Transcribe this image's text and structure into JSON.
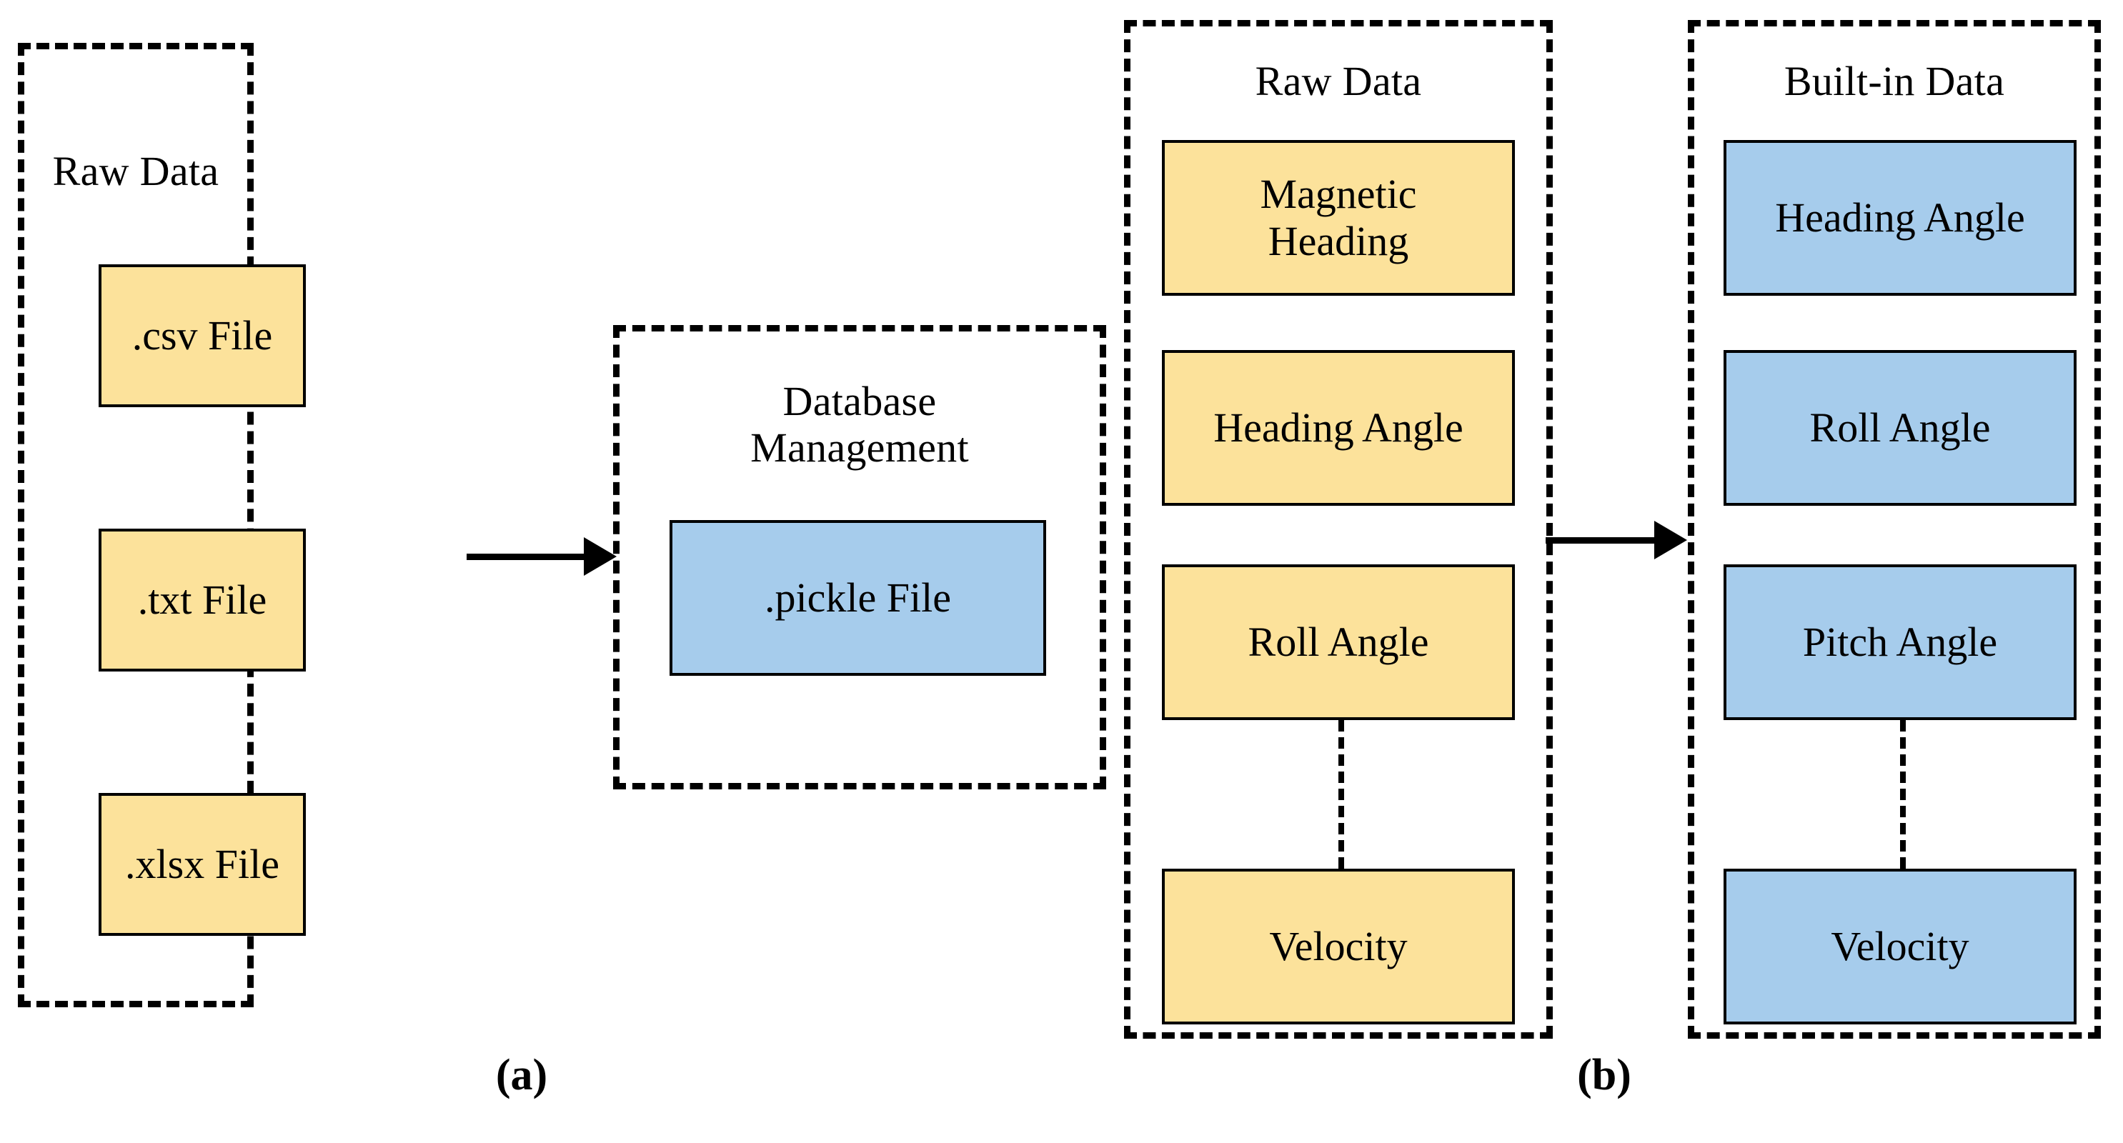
{
  "figure": {
    "panels": [
      {
        "id": "panel-a",
        "subfigure_label": "(a)",
        "groups": [
          {
            "id": "raw-data-files",
            "title": "Raw Data",
            "nodes": [
              {
                "label": ".csv File",
                "color": "yellow"
              },
              {
                "label": ".txt File",
                "color": "yellow"
              },
              {
                "label": ".xlsx File",
                "color": "yellow"
              }
            ]
          },
          {
            "id": "database-management",
            "title": "Database\nManagement",
            "nodes": [
              {
                "label": ".pickle File",
                "color": "blue"
              }
            ]
          }
        ],
        "arrow": {
          "from": "raw-data-files",
          "to": "database-management"
        }
      },
      {
        "id": "panel-b",
        "subfigure_label": "(b)",
        "groups": [
          {
            "id": "raw-data-signals",
            "title": "Raw Data",
            "nodes": [
              {
                "label": "Magnetic\nHeading",
                "color": "yellow"
              },
              {
                "label": "Heading Angle",
                "color": "yellow"
              },
              {
                "label": "Roll Angle",
                "color": "yellow"
              },
              {
                "label": "Velocity",
                "color": "yellow"
              }
            ],
            "ellipsis_between": [
              2,
              3
            ]
          },
          {
            "id": "built-in-data",
            "title": "Built-in Data",
            "nodes": [
              {
                "label": "Heading Angle",
                "color": "blue"
              },
              {
                "label": "Roll Angle",
                "color": "blue"
              },
              {
                "label": "Pitch Angle",
                "color": "blue"
              },
              {
                "label": "Velocity",
                "color": "blue"
              }
            ],
            "ellipsis_between": [
              2,
              3
            ]
          }
        ],
        "arrow": {
          "from": "raw-data-signals",
          "to": "built-in-data"
        }
      }
    ],
    "colors": {
      "yellow_fill": "#FCE29B",
      "blue_fill": "#A6CCEC",
      "stroke": "#000000",
      "background": "#FFFFFF"
    }
  }
}
